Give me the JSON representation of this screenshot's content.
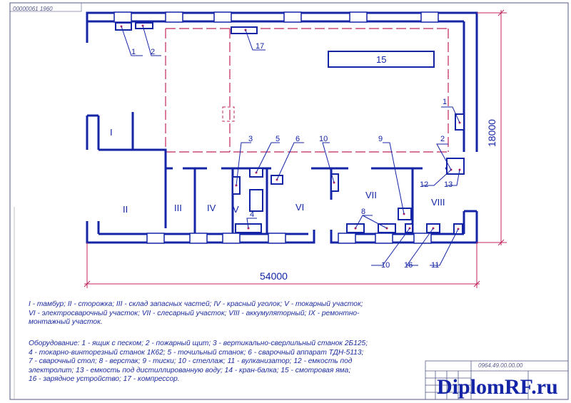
{
  "document_code": "00000061 1960",
  "drawing_code": "0964.49.00.00.00",
  "watermark": "DiplomRF.ru",
  "dimensions": {
    "width": "54000",
    "height": "18000"
  },
  "room_labels": [
    "I",
    "II",
    "III",
    "IV",
    "V",
    "VI",
    "VII",
    "VIII"
  ],
  "equipment_labels": {
    "box_sand_1": "1",
    "shield_2": "2",
    "drill_3": "3",
    "lathe_4": "4",
    "grinder_5": "5",
    "welder_6": "6",
    "bench_8": "8",
    "vise_9": "9",
    "rack_10": "10",
    "rack_10b": "10",
    "vulc_11": "11",
    "tank_12": "12",
    "tank_13": "13",
    "pit_15": "15",
    "charger_16": "16",
    "compressor_17": "17",
    "box_sand_1r": "1",
    "shield_2r": "2"
  },
  "legend": {
    "rooms_line1": "I - тамбур; II - сторожка; III - склад запасных частей; IV - красный уголок; V - токарный участок;",
    "rooms_line2": "VI - электросварочный участок; VII - слесарный участок; VIII - аккумуляторный; IX - ремонтно-",
    "rooms_line3": "монтажный участок.",
    "equip_line1": "Оборудование: 1 - ящик с песком; 2 - пожарный щит; 3 - вертикально-сверлильный станок 2Б125;",
    "equip_line2": "4 - токарно-винторезный станок 1К62; 5 - точильный станок; 6 - сварочный аппарат ТДН-5113;",
    "equip_line3": "7 - сварочный стол; 8 - верстак; 9 - тиски; 10 - стеллаж; 11 - вулканизатор; 12 - емкость под",
    "equip_line4": "электролит; 13 - емкость под дистиллированную воду; 14 - кран-балка; 15 - смотровая яма;",
    "equip_line5": "16 - зарядное устройство; 17 - компрессор."
  },
  "colors": {
    "wall": "#1424a6",
    "crane": "#c0245e",
    "dimension": "#c0245e",
    "frame": "#555a8a"
  }
}
